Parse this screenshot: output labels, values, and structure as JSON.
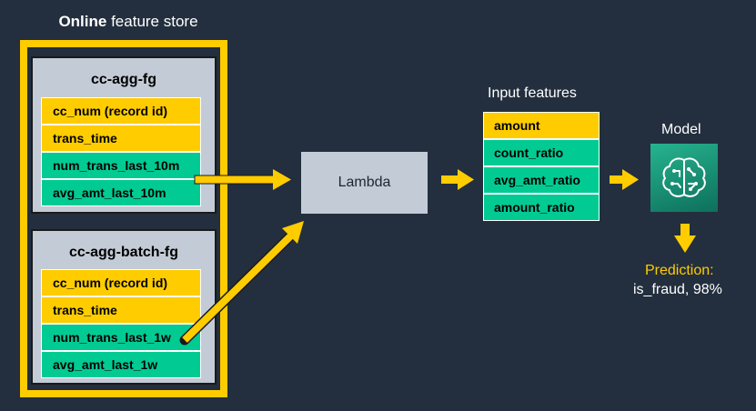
{
  "store": {
    "title_bold": "Online",
    "title_rest": " feature store"
  },
  "feature_groups": [
    {
      "name": "cc-agg-fg",
      "rows": [
        "cc_num (record id)",
        "trans_time",
        "num_trans_last_10m",
        "avg_amt_last_10m"
      ],
      "row_colors": [
        "yellow",
        "yellow",
        "green",
        "green"
      ]
    },
    {
      "name": "cc-agg-batch-fg",
      "rows": [
        "cc_num (record id)",
        "trans_time",
        "num_trans_last_1w",
        "avg_amt_last_1w"
      ],
      "row_colors": [
        "yellow",
        "yellow",
        "green",
        "green"
      ]
    }
  ],
  "lambda": {
    "label": "Lambda"
  },
  "input_features": {
    "title": "Input features",
    "items": [
      "amount",
      "count_ratio",
      "avg_amt_ratio",
      "amount_ratio"
    ],
    "item_colors": [
      "yellow",
      "green",
      "green",
      "green"
    ]
  },
  "model": {
    "label": "Model",
    "icon": "sagemaker-brain-icon"
  },
  "prediction": {
    "label": "Prediction:",
    "value": "is_fraud, 98%"
  },
  "colors": {
    "background": "#232f3e",
    "accent_yellow": "#ffcc00",
    "feature_green": "#01cb93",
    "group_gray": "#c3cbd6"
  }
}
